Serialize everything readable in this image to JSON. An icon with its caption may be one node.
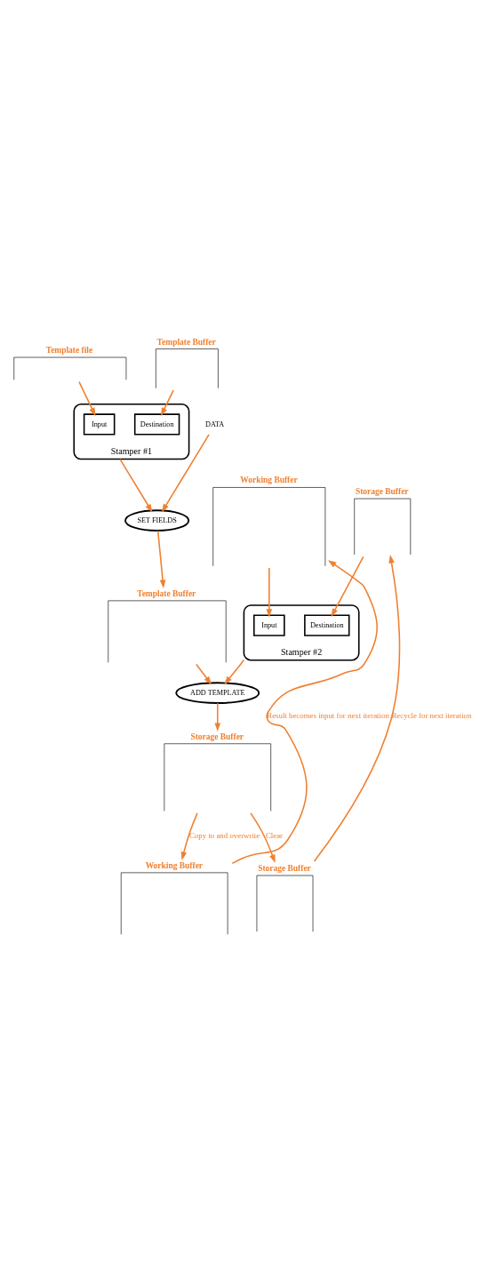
{
  "diagram": {
    "nodes": [
      {
        "text": [
          "Template file"
        ]
      },
      {
        "text": [
          "Template Buffer"
        ]
      },
      {
        "text": [
          "Stamper #1"
        ]
      },
      {
        "text": [
          "Input"
        ],
        "in": 2
      },
      {
        "text": [
          "Destination"
        ],
        "in": 2
      },
      {
        "text": [
          "SET FIELDS"
        ]
      },
      {
        "text": [
          "DATA"
        ]
      },
      {
        "text": [
          "Template Buffer"
        ]
      },
      {
        "text": [
          "Working Buffer"
        ]
      },
      {
        "text": [
          "Storage Buffer"
        ]
      },
      {
        "text": [
          "Stamper #2"
        ]
      },
      {
        "text": [
          "Input"
        ],
        "in": 10
      },
      {
        "text": [
          "Destination"
        ],
        "in": 10
      },
      {
        "text": [
          "ADD TEMPLATE"
        ]
      },
      {
        "text": [
          "Storage Buffer"
        ]
      },
      {
        "text": [
          "Working Buffer"
        ]
      },
      {
        "text": [
          "Storage Buffer"
        ]
      }
    ],
    "edges": [
      {
        "from": 0,
        "to": 3,
        "arrow": "to"
      },
      {
        "from": 1,
        "to": 4,
        "arrow": "to"
      },
      {
        "from": 2,
        "to": 5,
        "arrow": "to"
      },
      {
        "from": 6,
        "to": 5,
        "arrow": "to"
      },
      {
        "from": 5,
        "to": 7,
        "arrow": "to"
      },
      {
        "from": 8,
        "to": 11,
        "arrow": "to"
      },
      {
        "from": 9,
        "to": 12,
        "arrow": "to"
      },
      {
        "from": 10,
        "to": 13,
        "arrow": "to"
      },
      {
        "from": 7,
        "to": 13,
        "arrow": "to"
      },
      {
        "from": 13,
        "to": 14,
        "arrow": "to"
      },
      {
        "from": 14,
        "to": 15,
        "arrow": "to",
        "label": "Copy to and overwrite"
      },
      {
        "from": 14,
        "to": 16,
        "arrow": "to",
        "label": "Clear"
      },
      {
        "from": 15,
        "to": 8,
        "arrow": "to",
        "label": "Result becomes input for next iteration"
      },
      {
        "from": 16,
        "to": 9,
        "arrow": "to",
        "label": "Recycle for next iteration"
      }
    ]
  }
}
